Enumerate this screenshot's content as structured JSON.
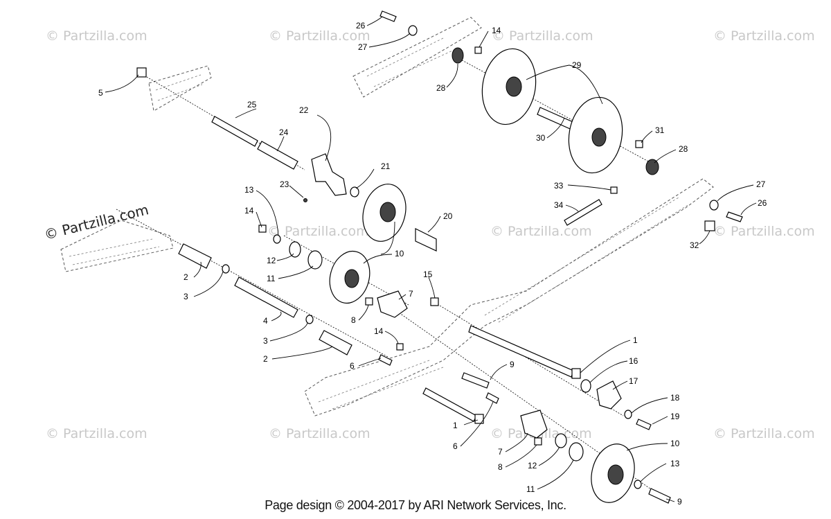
{
  "watermark_text": "© Partzilla.com",
  "footer_text": "Page design © 2004-2017 by ARI Network Services, Inc.",
  "callouts": {
    "c1a": "1",
    "c1b": "1",
    "c2a": "2",
    "c2b": "2",
    "c3a": "3",
    "c3b": "3",
    "c4": "4",
    "c5": "5",
    "c6a": "6",
    "c6b": "6",
    "c7a": "7",
    "c7b": "7",
    "c8a": "8",
    "c8b": "8",
    "c9a": "9",
    "c9b": "9",
    "c10a": "10",
    "c10b": "10",
    "c11a": "11",
    "c11b": "11",
    "c12a": "12",
    "c12b": "12",
    "c13a": "13",
    "c13b": "13",
    "c14a": "14",
    "c14b": "14",
    "c14c": "14",
    "c15": "15",
    "c16": "16",
    "c17": "17",
    "c18": "18",
    "c19": "19",
    "c20": "20",
    "c21": "21",
    "c22": "22",
    "c23": "23",
    "c24": "24",
    "c25": "25",
    "c26a": "26",
    "c26b": "26",
    "c27a": "27",
    "c27b": "27",
    "c28a": "28",
    "c28b": "28",
    "c29": "29",
    "c30": "30",
    "c31": "31",
    "c32": "32",
    "c33": "33",
    "c34": "34"
  }
}
